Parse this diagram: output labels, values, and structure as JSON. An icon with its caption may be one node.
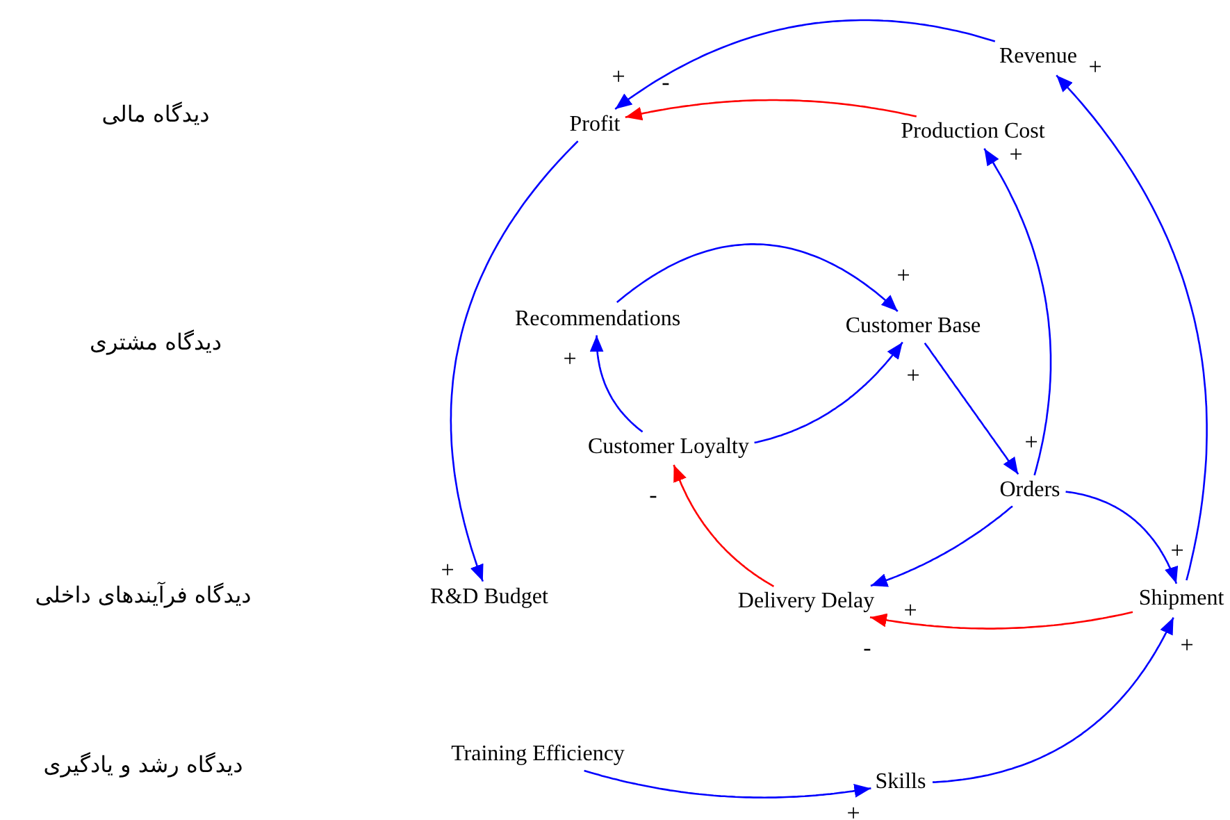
{
  "diagram": {
    "nodes": [
      {
        "text": [
          "Profit"
        ]
      },
      {
        "text": [
          "Revenue"
        ]
      },
      {
        "text": [
          "Production Cost"
        ]
      },
      {
        "text": [
          "Recommendations"
        ]
      },
      {
        "text": [
          "Customer Base"
        ]
      },
      {
        "text": [
          "Customer Loyalty"
        ]
      },
      {
        "text": [
          "Orders"
        ]
      },
      {
        "text": [
          "R&D Budget"
        ]
      },
      {
        "text": [
          "Delivery Delay"
        ]
      },
      {
        "text": [
          "Shipment"
        ]
      },
      {
        "text": [
          "Training Efficiency"
        ]
      },
      {
        "text": [
          "Skills"
        ]
      }
    ],
    "edges": [
      {
        "from": 1,
        "to": 0,
        "arrow": "to",
        "label": "+"
      },
      {
        "from": 2,
        "to": 0,
        "arrow": "to",
        "label": "-",
        "color": "#ff0000"
      },
      {
        "from": 0,
        "to": 7,
        "arrow": "to",
        "label": "+"
      },
      {
        "from": 3,
        "to": 4,
        "arrow": "to",
        "label": "+"
      },
      {
        "from": 5,
        "to": 3,
        "arrow": "to",
        "label": "+"
      },
      {
        "from": 5,
        "to": 4,
        "arrow": "to",
        "label": "+"
      },
      {
        "from": 4,
        "to": 6,
        "arrow": "to",
        "label": "+"
      },
      {
        "from": 6,
        "to": 2,
        "arrow": "to",
        "label": "+"
      },
      {
        "from": 6,
        "to": 8,
        "arrow": "to",
        "label": "+"
      },
      {
        "from": 6,
        "to": 9,
        "arrow": "to",
        "label": "+"
      },
      {
        "from": 9,
        "to": 1,
        "arrow": "to",
        "label": "+"
      },
      {
        "from": 8,
        "to": 5,
        "arrow": "to",
        "label": "-",
        "color": "#ff0000"
      },
      {
        "from": 9,
        "to": 8,
        "arrow": "to",
        "label": "-",
        "color": "#ff0000"
      },
      {
        "from": 11,
        "to": 9,
        "arrow": "to",
        "label": "+"
      },
      {
        "from": 10,
        "to": 11,
        "arrow": "to",
        "label": "+"
      }
    ],
    "labels": [
      "دیدگاه مالی",
      "دیدگاه مشتری",
      "دیدگاه فرآیندهای داخلی",
      "دیدگاه رشد و یادگیری"
    ]
  }
}
